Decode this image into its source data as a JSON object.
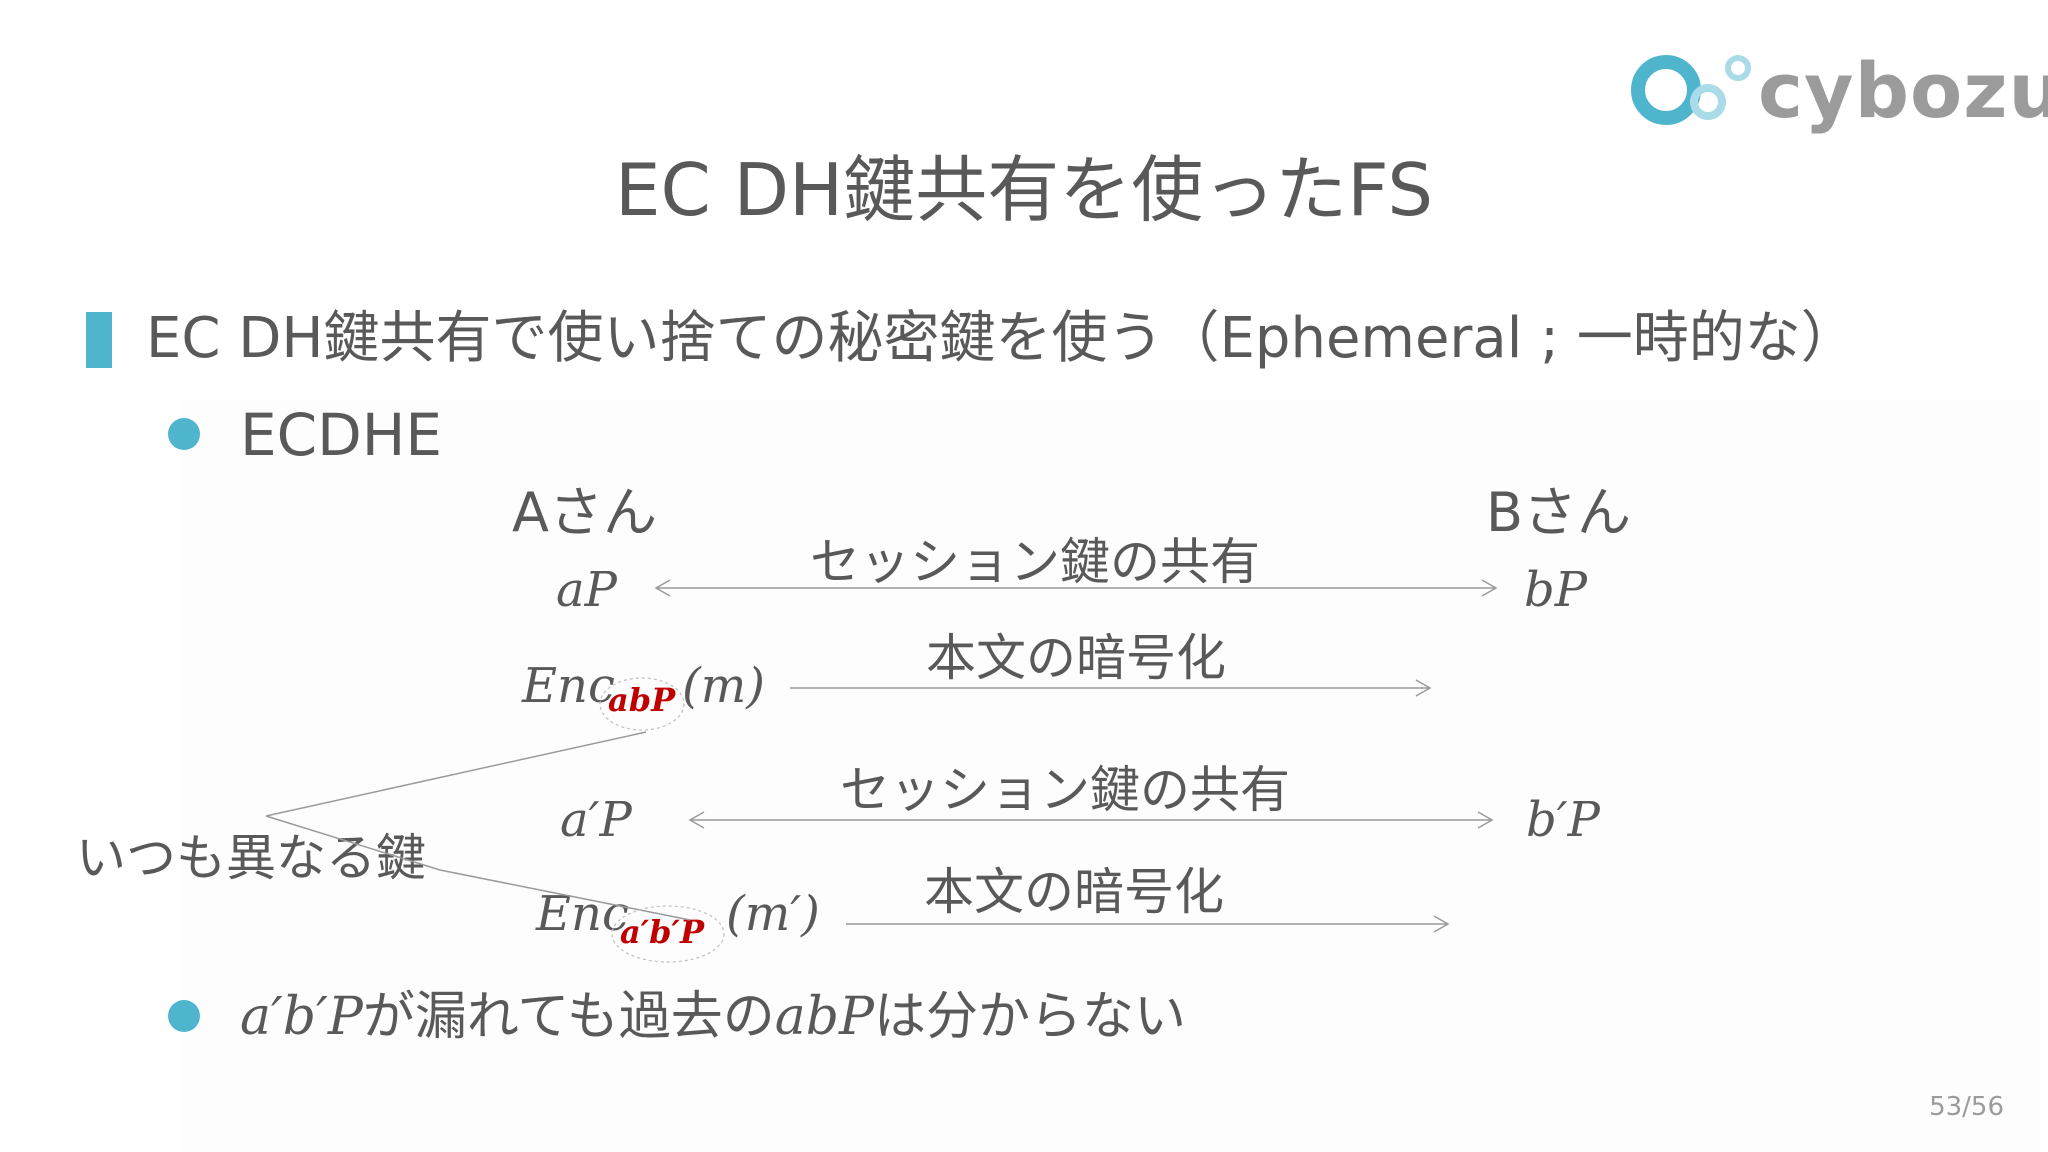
{
  "logo": {
    "wordmark": "cybozu",
    "colors": {
      "ring": "#4fb5cd",
      "ring_light": "#a9dbe8",
      "wordmark": "#9b9b9b"
    }
  },
  "title": "EC DH鍵共有を使ったFS",
  "bullet_l1": {
    "text": "EC DH鍵共有で使い捨ての秘密鍵を使う（Ephemeral ; 一時的な）"
  },
  "bullet_l2": {
    "text": "ECDHE"
  },
  "diagram": {
    "party_a": "Aさん",
    "party_b": "Bさん",
    "row1": {
      "left": "aP",
      "label": "セッション鍵の共有",
      "right": "bP"
    },
    "row2": {
      "enc": "Enc",
      "sub": "abP",
      "arg": "(m)",
      "label": "本文の暗号化"
    },
    "row3": {
      "left": "a′P",
      "label": "セッション鍵の共有",
      "right": "b′P"
    },
    "row4": {
      "enc": "Enc",
      "sub": "a′b′P",
      "arg": "(m′)",
      "label": "本文の暗号化"
    },
    "side_label": "いつも異なる鍵"
  },
  "bottom": {
    "math1": "a′b′P",
    "text1": "が漏れても過去の",
    "math2": "abP",
    "text2": "は分からない"
  },
  "page_number": "53/56",
  "accent_color": "#4fb5cd",
  "highlight_color": "#c00000"
}
